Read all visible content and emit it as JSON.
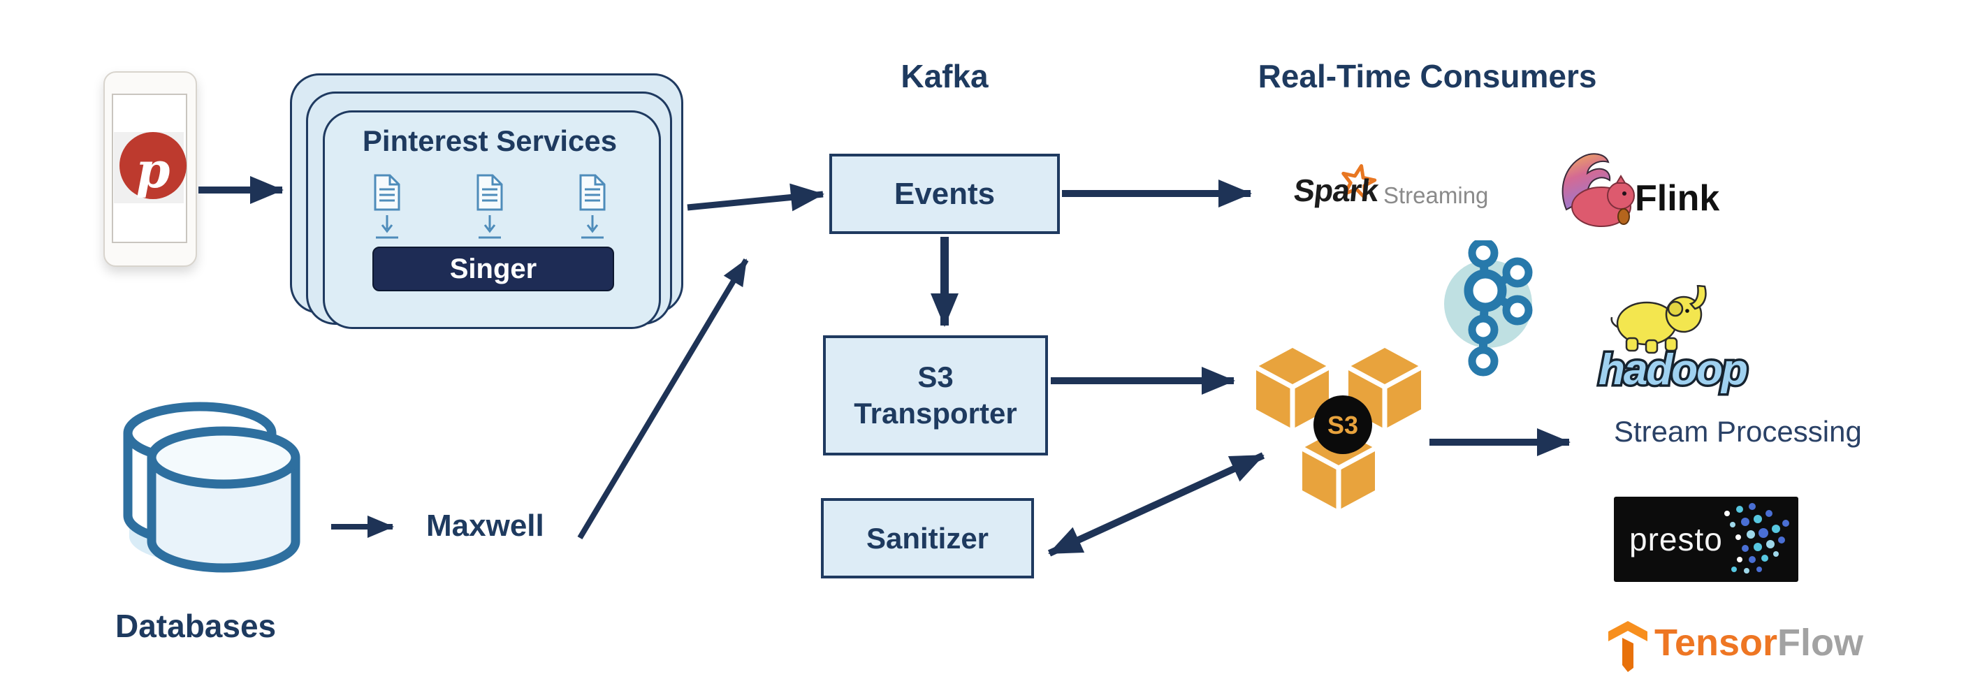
{
  "diagram": {
    "section_titles": {
      "kafka": "Kafka",
      "real_time_consumers": "Real-Time Consumers"
    },
    "pinterest_stack": {
      "title": "Pinterest Services",
      "singer_label": "Singer"
    },
    "kafka_boxes": {
      "events": "Events",
      "s3_transporter": [
        "S3",
        "Transporter"
      ],
      "sanitizer": "Sanitizer"
    },
    "labels": {
      "maxwell": "Maxwell",
      "databases": "Databases",
      "stream_processing": "Stream Processing"
    },
    "logos": {
      "pinterest_p": "p",
      "spark": "Spark",
      "spark_suffix": "Streaming",
      "flink": "Flink",
      "hadoop": "hadoop",
      "presto": "presto",
      "s3_badge": "S3",
      "tensorflow": [
        "Tensor",
        "Flow"
      ]
    },
    "icons": [
      "smartphone-icon",
      "pinterest-logo-icon",
      "document-icon",
      "down-arrow-icon",
      "database-cylinders-icon",
      "kafka-graph-icon",
      "aws-s3-cubes-icon",
      "spark-star-icon",
      "flink-squirrel-icon",
      "hadoop-elephant-icon",
      "presto-dots-icon",
      "tensorflow-t-icon"
    ],
    "colors": {
      "navy": "#1e3356",
      "text_navy": "#1e3a5f",
      "box_fill": "#ddecf6",
      "box_border": "#1f3a60",
      "singer_bg": "#1e2c55",
      "card_fill": "#daeaf4",
      "pinterest_red": "#bd3a2e",
      "db_stroke": "#2e6f9f",
      "doc_blue": "#4e8cba",
      "kafka_blue": "#2779ab",
      "kafka_teal": "#bfe0e2",
      "s3_orange": "#e8a33d",
      "spark_orange": "#e87722",
      "streaming_gray": "#8a8a8a",
      "flink_body": "#dd5a6e",
      "hadoop_yellow": "#f3e64f",
      "hadoop_text": "#9fd1f0",
      "presto_bg": "#0c0c0c",
      "tensor_orange": "#ee7623",
      "flow_gray": "#a2a2a2",
      "stream_text": "#2a4166"
    }
  }
}
